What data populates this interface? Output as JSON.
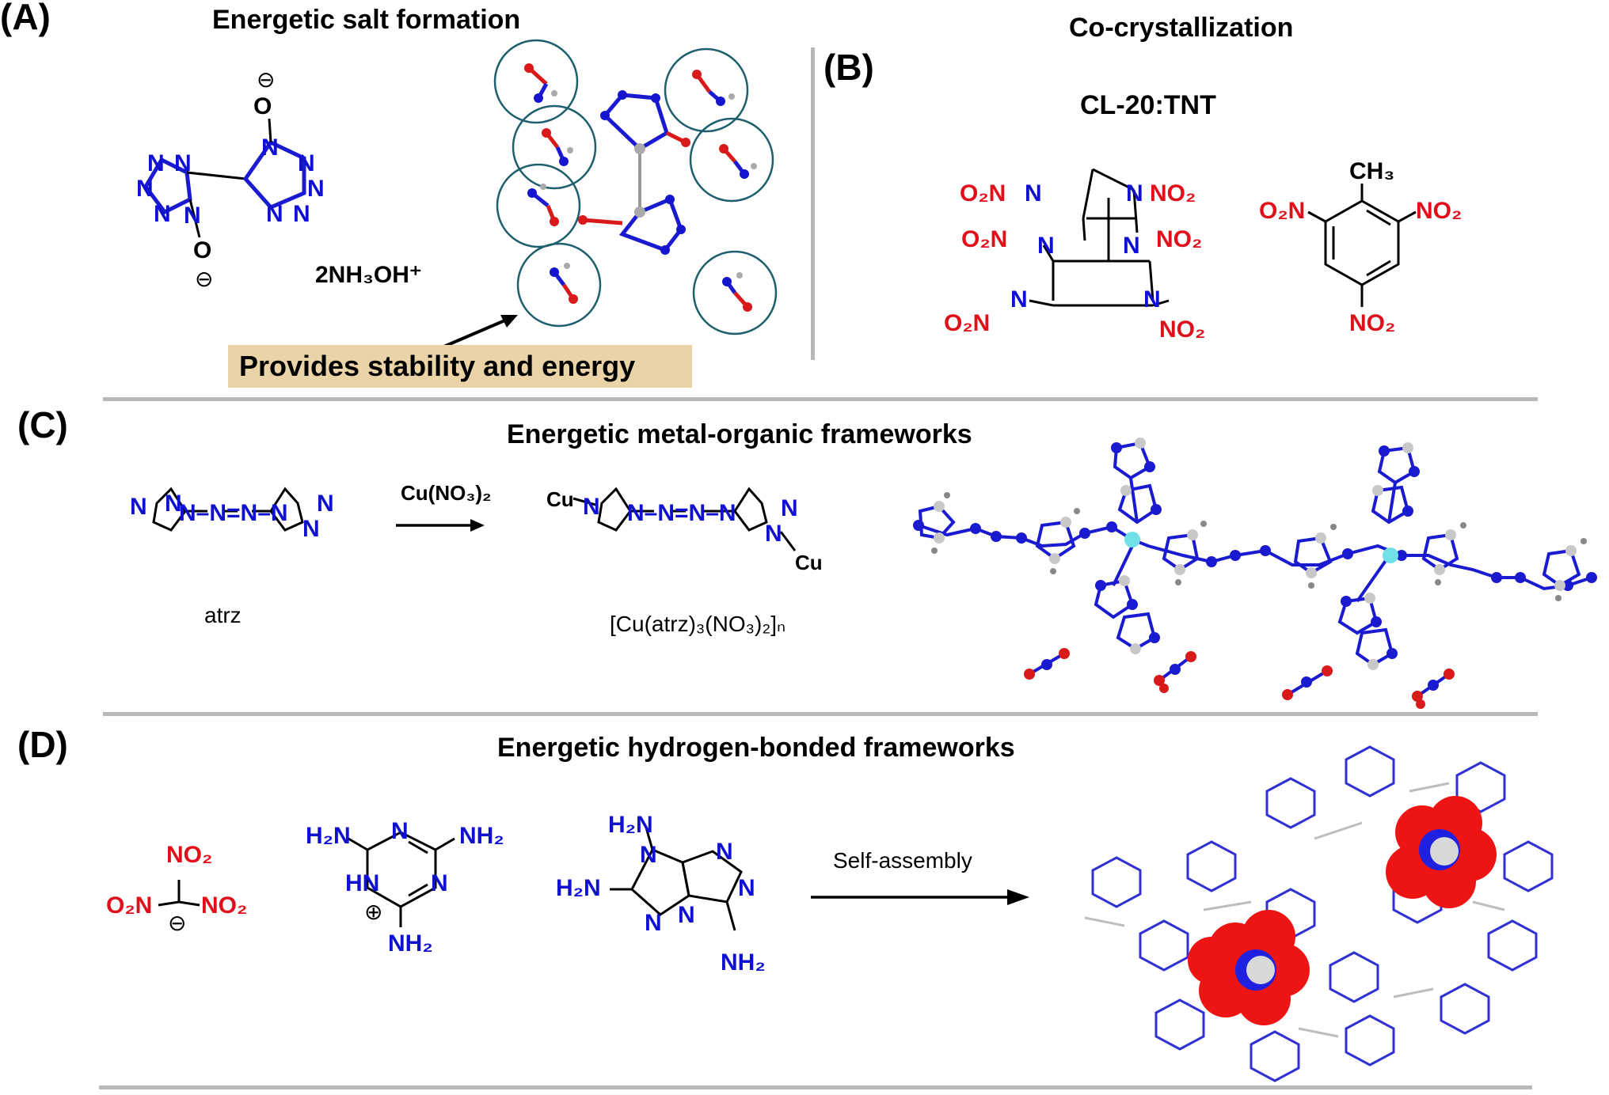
{
  "panels": {
    "a": {
      "label": "(A)",
      "title": "Energetic salt formation",
      "cation": "2NH₃OH⁺",
      "banner": "Provides stability and energy"
    },
    "b": {
      "label": "(B)",
      "title": "Co-crystallization",
      "subtitle": "CL-20:TNT"
    },
    "c": {
      "label": "(C)",
      "title": "Energetic metal-organic frameworks",
      "reagent": "Cu(NO₃)₂",
      "ligand_name": "atrz",
      "product_name": "[Cu(atrz)₃(NO₃)₂]ₙ"
    },
    "d": {
      "label": "(D)",
      "title": "Energetic hydrogen-bonded frameworks",
      "arrow_label": "Self-assembly"
    }
  },
  "atoms": {
    "n": "N",
    "o": "O",
    "cu": "Cu",
    "h": "H",
    "no2": "NO₂",
    "o2n": "O₂N",
    "ch3": "CH₃",
    "h2n": "H₂N",
    "nh2": "NH₂",
    "minus": "⊖",
    "plus": "⊕"
  },
  "colors": {
    "nitrogen": "#1010d0",
    "oxygen": "#e0101a",
    "carbon": "#c8c8c8",
    "copper": "#6fe0e8",
    "banner": "#ead3a6",
    "divider": "#b8b8b8"
  }
}
